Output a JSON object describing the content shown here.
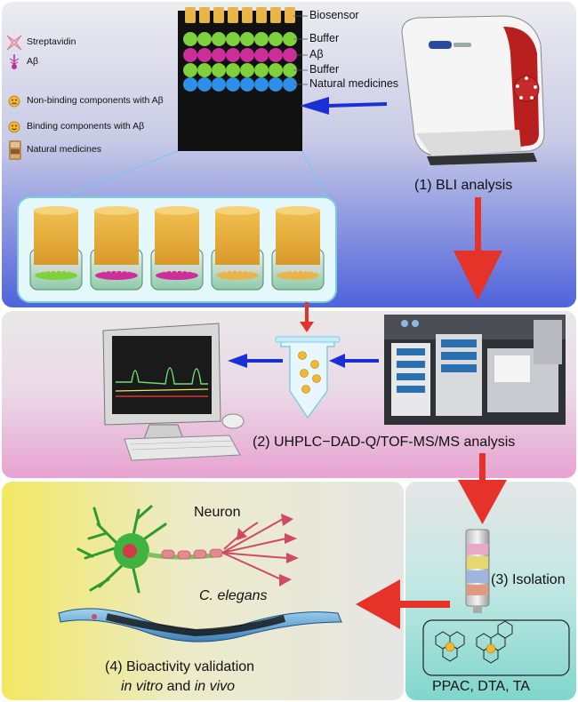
{
  "legend": {
    "streptavidin": "Streptavidin",
    "abeta": "Aβ",
    "non_binding": "Non-binding components with Aβ",
    "binding": "Binding components with Aβ",
    "natural_medicines": "Natural medicines"
  },
  "plate": {
    "rows": [
      "Biosensor",
      "Buffer",
      "Aβ",
      "Buffer",
      "Natural medicines"
    ],
    "row_colors": [
      "#e9b44c",
      "#7fd13b",
      "#cc2f9a",
      "#7fd13b",
      "#2f8fe6"
    ]
  },
  "steps": {
    "bli": "(1) BLI analysis",
    "uhplc": "(2) UHPLC−DAD-Q/TOF-MS/MS analysis",
    "isolation": "(3) Isolation",
    "bioactivity_line1": "(4) Bioactivity validation",
    "bioactivity_line2_a": "in vitro",
    "bioactivity_line2_b": " and ",
    "bioactivity_line2_c": "in vivo"
  },
  "labels": {
    "neuron": "Neuron",
    "c_elegans": "C. elegans",
    "compounds": "PPAC, DTA, TA"
  },
  "colors": {
    "arrow_red": "#e5332a",
    "arrow_blue": "#1a2fd6",
    "panel1_top": "#e8e8ee",
    "panel1_bottom": "#5566dd",
    "panel2_bottom": "#e6a3cf",
    "panel3": "#8fd8d0",
    "panel4_left": "#f2e86a"
  }
}
